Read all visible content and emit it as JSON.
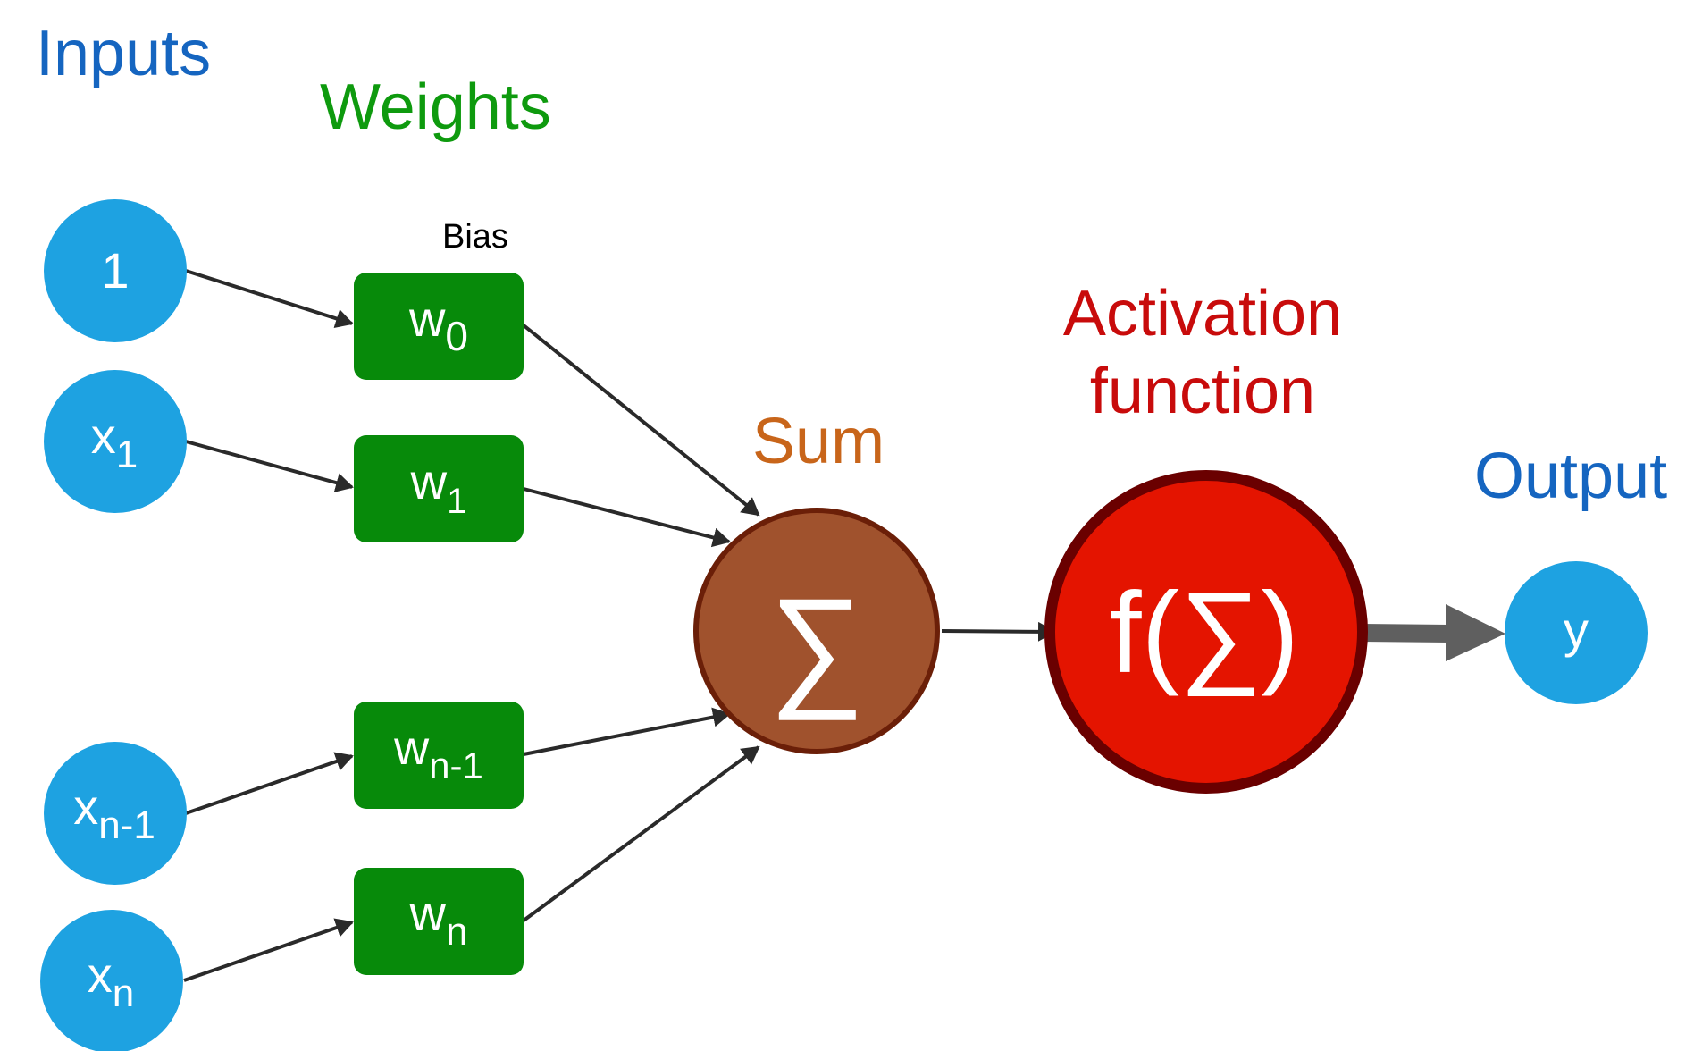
{
  "headers": {
    "inputs": "Inputs",
    "weights": "Weights",
    "bias": "Bias",
    "sum": "Sum",
    "activation_line1": "Activation",
    "activation_line2": "function",
    "output": "Output"
  },
  "inputs": [
    {
      "base": "1",
      "sub": ""
    },
    {
      "base": "x",
      "sub": "1"
    },
    {
      "base": "x",
      "sub": "n-1"
    },
    {
      "base": "x",
      "sub": "n"
    }
  ],
  "weights": [
    {
      "base": "w",
      "sub": "0"
    },
    {
      "base": "w",
      "sub": "1"
    },
    {
      "base": "w",
      "sub": "n-1"
    },
    {
      "base": "w",
      "sub": "n"
    }
  ],
  "sum_symbol": "∑",
  "activation_symbol": "f(∑)",
  "output_value": "y",
  "colors": {
    "input_blue": "#1ea2e1",
    "header_blue": "#1565c0",
    "weight_green": "#078a0a",
    "header_green": "#0e9a0e",
    "sum_brown": "#a0522d",
    "sum_border": "#6b1f08",
    "sum_header": "#c8651a",
    "activation_red": "#e41400",
    "activation_border": "#6a0000",
    "activation_header": "#c80b0b",
    "arrow": "#2a2a2a",
    "output_arrow": "#5f5f5f"
  }
}
